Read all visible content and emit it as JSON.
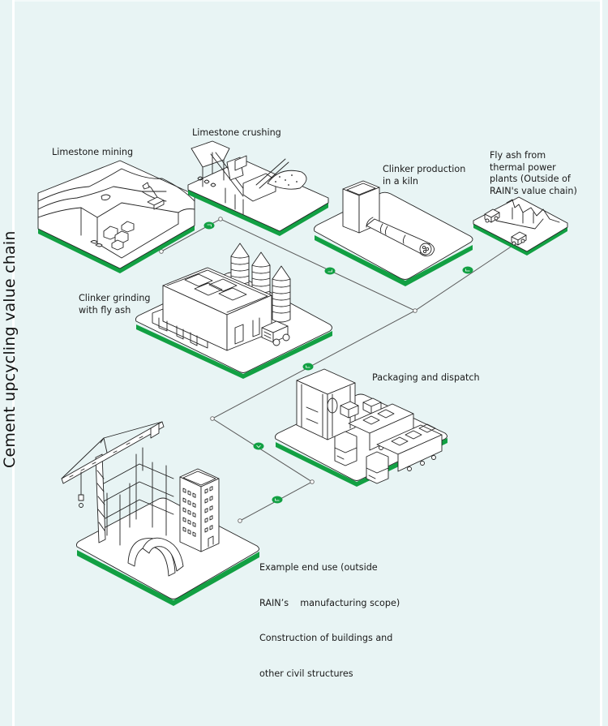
{
  "title": "Cement upcycling value chain",
  "colors": {
    "background": "#e8f4f4",
    "accent_green": "#12a043",
    "line": "#555555",
    "tile": "#ffffff",
    "outline": "#222222"
  },
  "stages": [
    {
      "id": "limestone-mining",
      "label_lines": [
        "Limestone mining"
      ],
      "icon": "quarry-excavator-icon"
    },
    {
      "id": "limestone-crushing",
      "label_lines": [
        "Limestone crushing"
      ],
      "icon": "crusher-conveyor-icon"
    },
    {
      "id": "clinker-production",
      "label_lines": [
        "Clinker production",
        "in a kiln"
      ],
      "icon": "rotary-kiln-icon"
    },
    {
      "id": "fly-ash",
      "label_lines": [
        "Fly ash from",
        "thermal power",
        "plants (Outside of",
        "RAIN's value chain)"
      ],
      "icon": "dump-truck-ash-pond-icon"
    },
    {
      "id": "clinker-grinding",
      "label_lines": [
        "Clinker grinding",
        "with fly ash"
      ],
      "icon": "factory-silos-icon"
    },
    {
      "id": "packaging-dispatch",
      "label_lines": [
        "Packaging and dispatch"
      ],
      "icon": "packaging-trucks-icon"
    },
    {
      "id": "end-use",
      "label_lines": [
        "Example end use (outside",
        "RAIN’s    manufacturing scope)",
        "Construction of buildings and",
        "other civil structures"
      ],
      "icon": "construction-crane-building-icon"
    }
  ],
  "connectors": [
    {
      "from": "limestone-mining",
      "to": "junction-1",
      "marker_icon": "arrow-marker-icon"
    },
    {
      "from": "limestone-crushing",
      "to": "junction-2",
      "marker_icon": "arrow-marker-icon"
    },
    {
      "from": "fly-ash",
      "to": "junction-2",
      "marker_icon": "arrow-marker-icon"
    },
    {
      "from": "junction-2",
      "to": "junction-3",
      "marker_icon": "arrow-marker-icon"
    },
    {
      "from": "junction-3",
      "to": "junction-4",
      "marker_icon": "arrow-marker-icon"
    },
    {
      "from": "junction-4",
      "to": "end-use",
      "marker_icon": "arrow-marker-icon"
    }
  ]
}
